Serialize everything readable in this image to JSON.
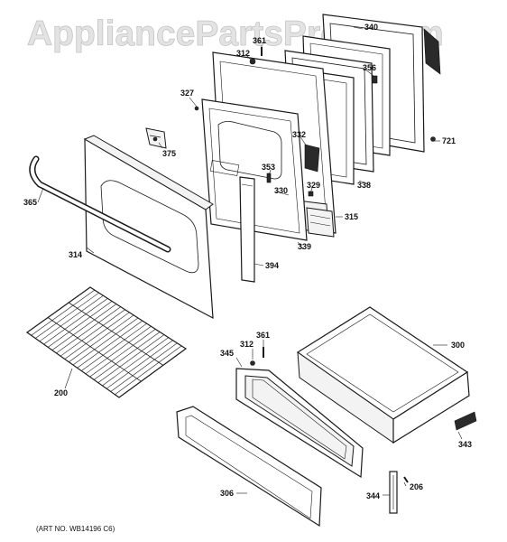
{
  "watermark": "AppliancePartsPros.com",
  "art_number": "(ART NO. WB14196 C6)",
  "callouts": {
    "c340": "340",
    "c361a": "361",
    "c312a": "312",
    "c356": "356",
    "c327": "327",
    "c375": "375",
    "c332": "332",
    "c721": "721",
    "c353": "353",
    "c330": "330",
    "c329": "329",
    "c338": "338",
    "c365": "365",
    "c315": "315",
    "c339": "339",
    "c314": "314",
    "c394": "394",
    "c361b": "361",
    "c312b": "312",
    "c345": "345",
    "c300": "300",
    "c200": "200",
    "c343": "343",
    "c206": "206",
    "c306": "306",
    "c344": "344"
  }
}
